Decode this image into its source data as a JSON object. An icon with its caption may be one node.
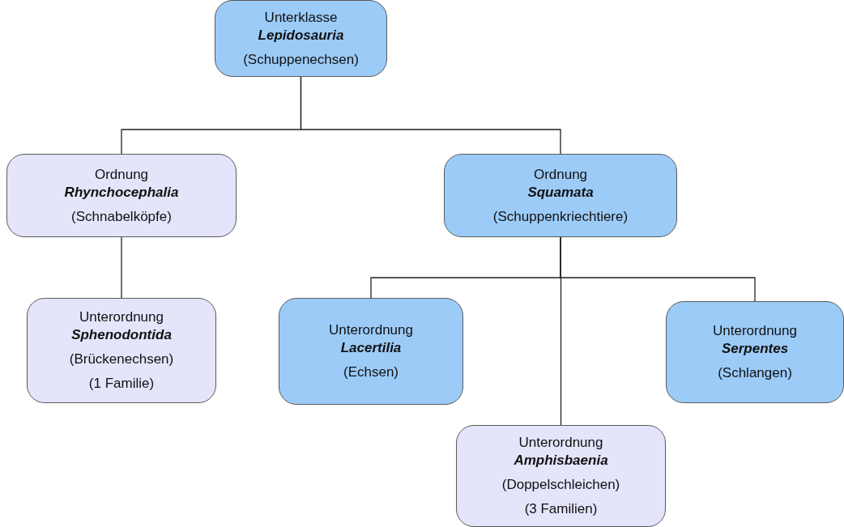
{
  "diagram": {
    "nodes": [
      {
        "text": [
          "Unterklasse",
          "Lepidosauria",
          "(Schuppenechsen)"
        ]
      },
      {
        "text": [
          "Ordnung",
          "Rhynchocephalia",
          "(Schnabelköpfe)"
        ]
      },
      {
        "text": [
          "Ordnung",
          "Squamata",
          "(Schuppenkriechtiere)"
        ]
      },
      {
        "text": [
          "Unterordnung",
          "Sphenodontida",
          "(Brückenechsen)",
          "(1 Familie)"
        ]
      },
      {
        "text": [
          "Unterordnung",
          "Lacertilia",
          "(Echsen)"
        ]
      },
      {
        "text": [
          "Unterordnung",
          "Serpentes",
          "(Schlangen)"
        ]
      },
      {
        "text": [
          "Unterordnung",
          "Amphisbaenia",
          "(Doppelschleichen)",
          "(3 Familien)"
        ]
      }
    ],
    "edges": [
      {
        "from": 0,
        "to": 1,
        "arrow": "none"
      },
      {
        "from": 0,
        "to": 2,
        "arrow": "none"
      },
      {
        "from": 1,
        "to": 3,
        "arrow": "none"
      },
      {
        "from": 2,
        "to": 4,
        "arrow": "none"
      },
      {
        "from": 2,
        "to": 5,
        "arrow": "none"
      },
      {
        "from": 2,
        "to": 6,
        "arrow": "none"
      }
    ]
  }
}
